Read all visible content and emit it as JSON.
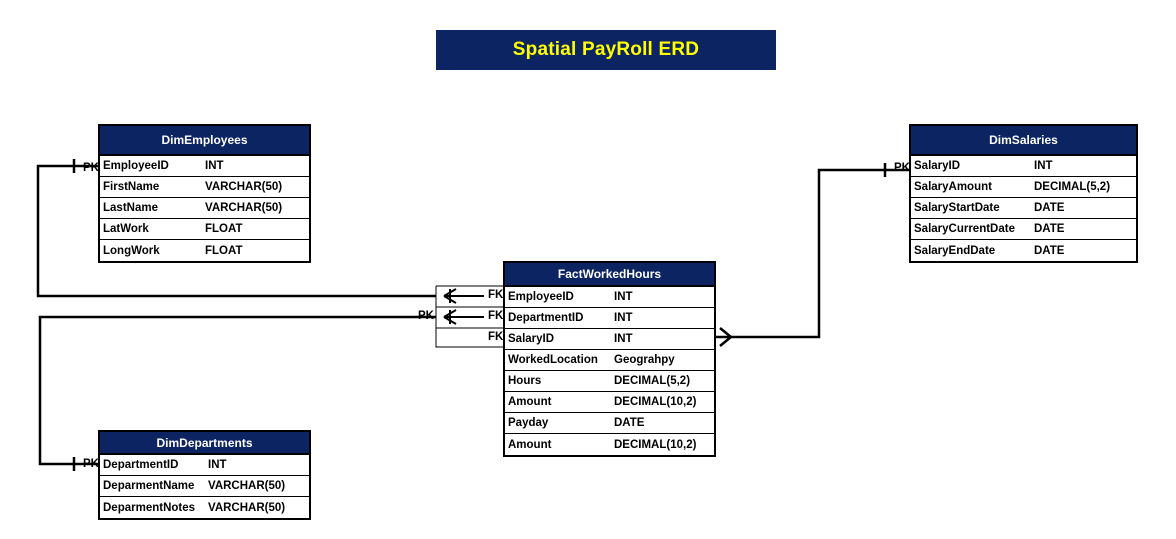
{
  "title": "Spatial PayRoll ERD",
  "colors": {
    "header_bg": "#0c2461",
    "title_text": "#ffff00",
    "header_text": "#ffffff"
  },
  "tables": {
    "dim_employees": {
      "name": "DimEmployees",
      "columns": [
        {
          "name": "EmployeeID",
          "type": "INT"
        },
        {
          "name": "FirstName",
          "type": "VARCHAR(50)"
        },
        {
          "name": "LastName",
          "type": "VARCHAR(50)"
        },
        {
          "name": "LatWork",
          "type": "FLOAT"
        },
        {
          "name": "LongWork",
          "type": "FLOAT"
        }
      ]
    },
    "dim_salaries": {
      "name": "DimSalaries",
      "columns": [
        {
          "name": "SalaryID",
          "type": "INT"
        },
        {
          "name": "SalaryAmount",
          "type": "DECIMAL(5,2)"
        },
        {
          "name": "SalaryStartDate",
          "type": "DATE"
        },
        {
          "name": "SalaryCurrentDate",
          "type": "DATE"
        },
        {
          "name": "SalaryEndDate",
          "type": "DATE"
        }
      ]
    },
    "fact_worked_hours": {
      "name": "FactWorkedHours",
      "columns": [
        {
          "name": "EmployeeID",
          "type": "INT"
        },
        {
          "name": "DepartmentID",
          "type": "INT"
        },
        {
          "name": "SalaryID",
          "type": "INT"
        },
        {
          "name": "WorkedLocation",
          "type": "Geograhpy"
        },
        {
          "name": "Hours",
          "type": "DECIMAL(5,2)"
        },
        {
          "name": "Amount",
          "type": "DECIMAL(10,2)"
        },
        {
          "name": "Payday",
          "type": "DATE"
        },
        {
          "name": "Amount",
          "type": "DECIMAL(10,2)"
        }
      ]
    },
    "dim_departments": {
      "name": "DimDepartments",
      "columns": [
        {
          "name": "DepartmentID",
          "type": "INT"
        },
        {
          "name": "DeparmentName",
          "type": "VARCHAR(50)"
        },
        {
          "name": "DeparmentNotes",
          "type": "VARCHAR(50)"
        }
      ]
    }
  },
  "keys": {
    "pk": "PK",
    "fk": "FK"
  }
}
